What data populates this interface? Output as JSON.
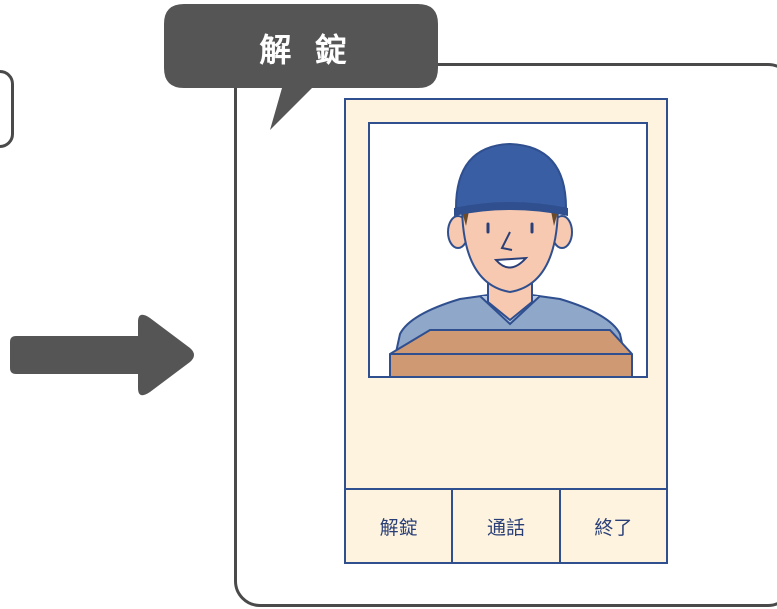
{
  "callout": {
    "label": "解 錠"
  },
  "monitor": {
    "buttons": [
      {
        "label": "解錠"
      },
      {
        "label": "通話"
      },
      {
        "label": "終了"
      }
    ]
  },
  "colors": {
    "dark_gray": "#4a4a4a",
    "bubble_fill": "#555555",
    "monitor_body": "#fdf3de",
    "outline_blue": "#2f4f8f",
    "cap_blue": "#3a5ea3",
    "uniform_blue": "#8fa7c9",
    "skin": "#f7c9b0",
    "box_brown": "#cf9a73"
  },
  "icons": [
    "right-arrow-icon",
    "speech-bubble-icon",
    "delivery-person-icon"
  ]
}
